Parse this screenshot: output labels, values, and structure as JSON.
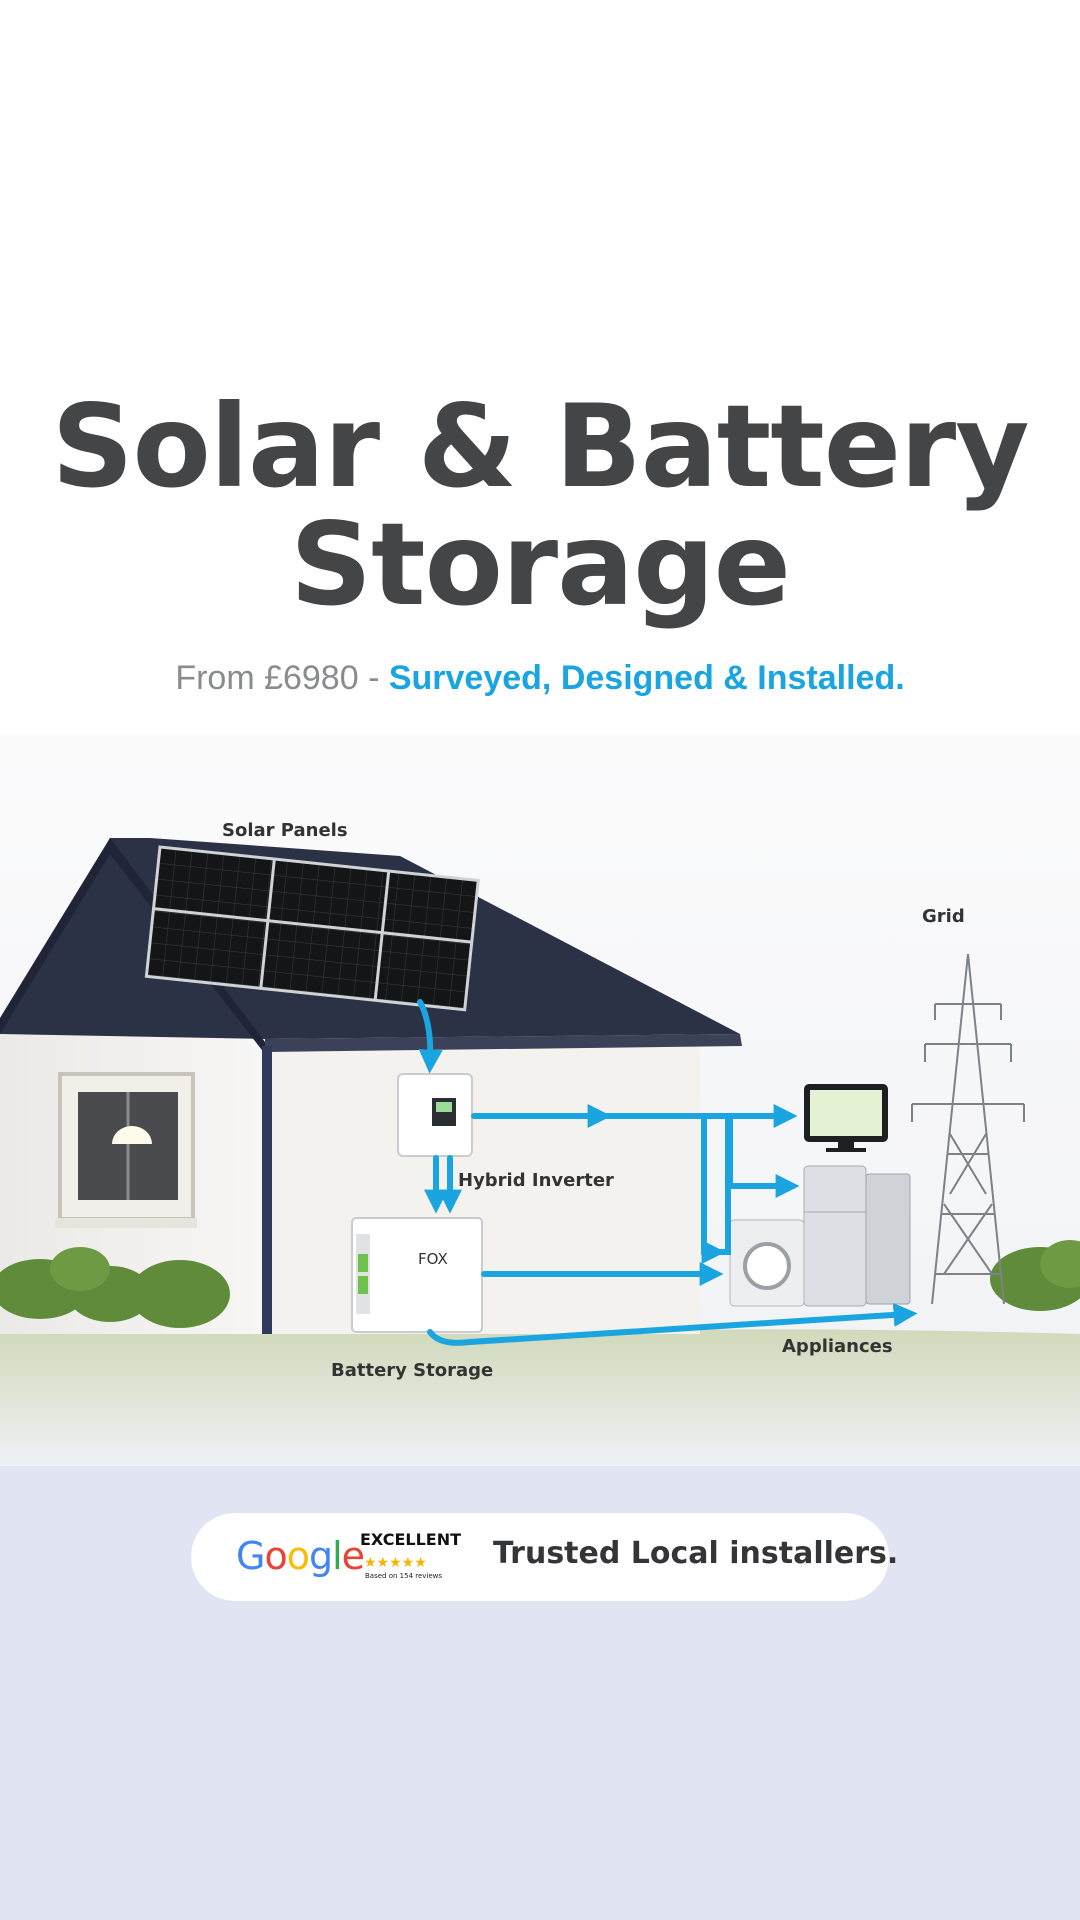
{
  "hero": {
    "title_line1": "Solar & Battery",
    "title_line2": "Storage",
    "subtitle_prefix": "From £6980 - ",
    "subtitle_accent": "Surveyed, Designed & Installed."
  },
  "diagram": {
    "labels": {
      "solar_panels": "Solar Panels",
      "grid": "Grid",
      "hybrid_inverter": "Hybrid Inverter",
      "battery_storage": "Battery Storage",
      "appliances": "Appliances"
    },
    "battery_brand": "FOX"
  },
  "review": {
    "google_letters": [
      "G",
      "o",
      "o",
      "g",
      "l",
      "e"
    ],
    "google_colors": [
      "#4285F4",
      "#EA4335",
      "#FBBC05",
      "#4285F4",
      "#34A853",
      "#EA4335"
    ],
    "rating_text": "EXCELLENT",
    "rating_stars": 4.5,
    "stars_glyphs": "★★★★★",
    "based_on": "Based on 154 reviews",
    "tagline": "Trusted Local installers."
  },
  "colors": {
    "accent": "#1aa5e0",
    "title": "#444547",
    "bottom_bg": "#e1e4f2"
  }
}
